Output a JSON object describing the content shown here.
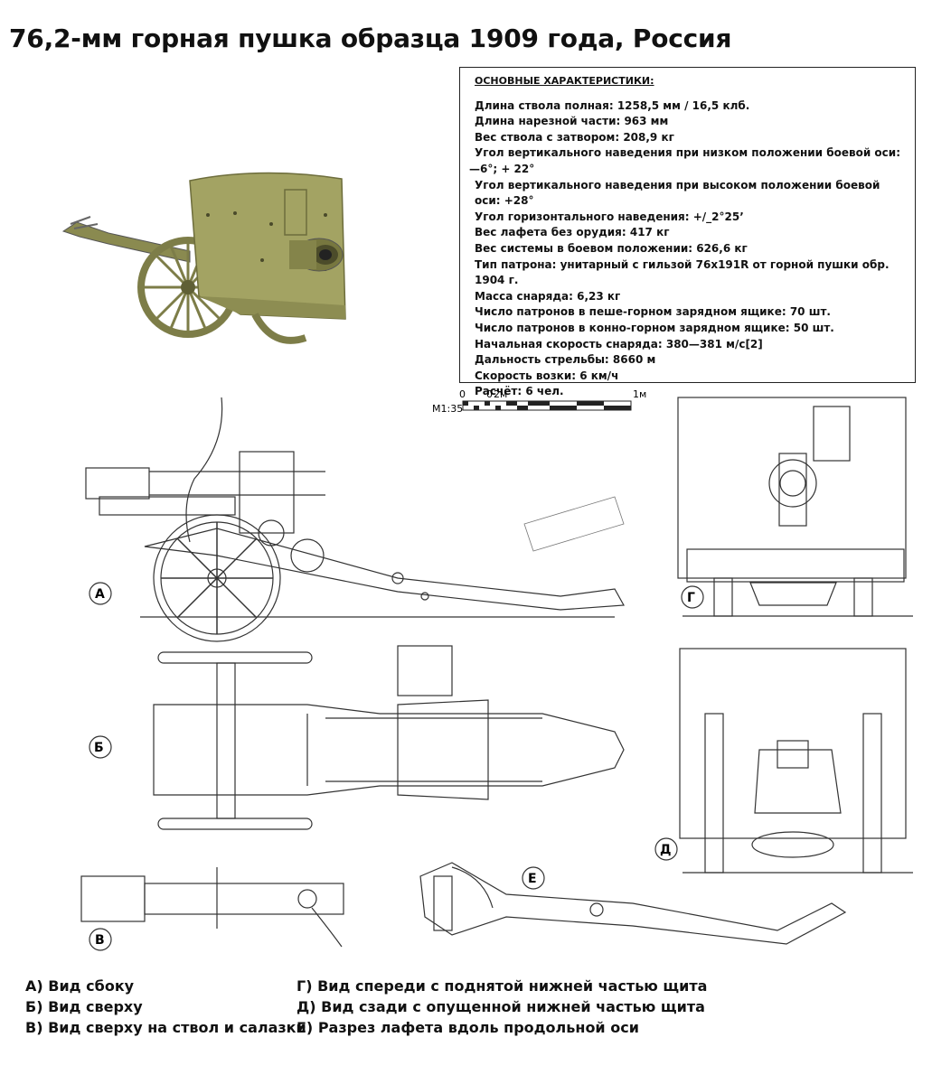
{
  "title": "76,2-мм горная пушка образца 1909 года, Россия",
  "specs": {
    "header": "ОСНОВНЫЕ ХАРАКТЕРИСТИКИ:",
    "lines": [
      "Длина ствола полная: 1258,5 мм / 16,5 клб.",
      "Длина нарезной части: 963 мм",
      "Вес ствола с затвором: 208,9 кг",
      "Угол вертикального наведения при низком положении боевой оси: —6°; + 22°",
      "Угол вертикального наведения при высоком положении боевой оси: +28°",
      "Угол горизонтального наведения: +/_2°25’",
      "Вес лафета без орудия: 417 кг",
      "Вес системы в боевом положении: 626,6 кг",
      "Тип патрона: унитарный с гильзой 76х191R от горной пушки обр. 1904 г.",
      "Масса снаряда: 6,23 кг",
      "Число патронов в пеше-горном зарядном ящике: 70 шт.",
      "Число патронов в конно-горном зарядном ящике: 50 шт.",
      "Начальная скорость снаряда: 380—381 м/с[2]",
      "Дальность стрельбы: 8660 м",
      "Скорость возки: 6 км/ч",
      "Расчёт: 6 чел."
    ]
  },
  "scale": {
    "label": "М1:35",
    "ticks": [
      "0",
      "0",
      "2м",
      "1м"
    ]
  },
  "views": {
    "a": "А",
    "b": "Б",
    "v": "В",
    "g": "Г",
    "d": "Д",
    "e": "Е"
  },
  "legend_left": [
    "А) Вид сбоку",
    "Б) Вид сверху",
    "В) Вид сверху на ствол и салазки"
  ],
  "legend_right": [
    "Г) Вид спереди с поднятой нижней частью щита",
    "Д) Вид сзади с опущенной нижней частью щита",
    "Е) Разрез лафета вдоль продольной оси"
  ],
  "colors": {
    "gun_olive": "#9a9a5a",
    "gun_shadow": "#6f6f3e",
    "line": "#333333"
  }
}
